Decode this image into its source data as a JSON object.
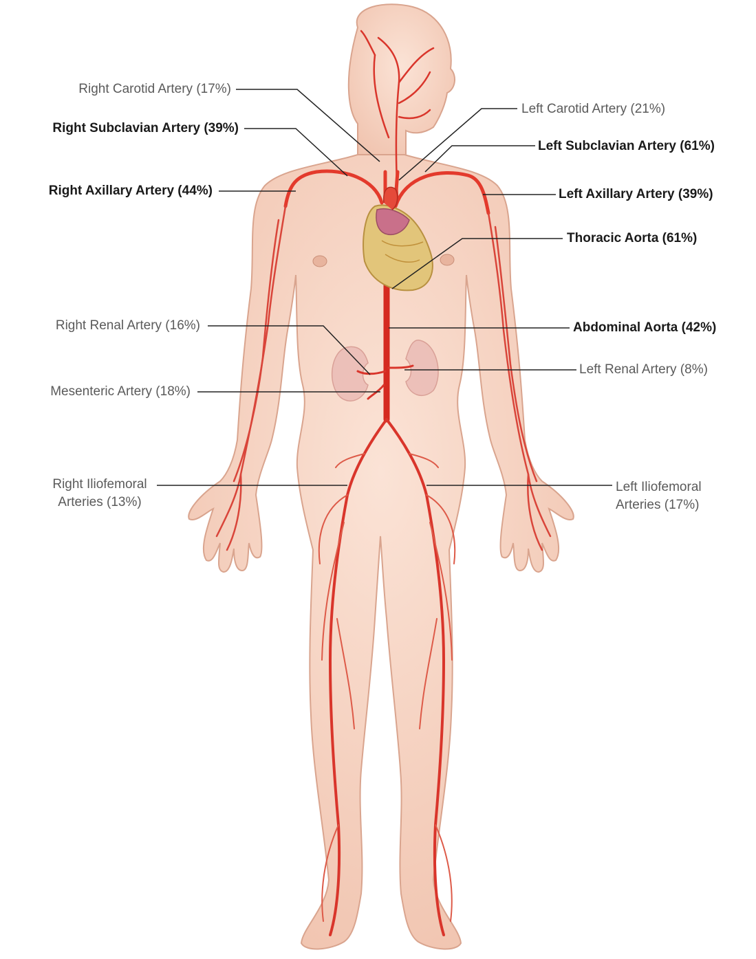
{
  "labels": {
    "right_carotid": "Right Carotid Artery (17%)",
    "right_subclavian": "Right Subclavian Artery (39%)",
    "right_axillary": "Right Axillary Artery (44%)",
    "right_renal": "Right Renal Artery (16%)",
    "mesenteric": "Mesenteric Artery (18%)",
    "right_iliofemoral_1": "Right Iliofemoral",
    "right_iliofemoral_2": "Arteries (13%)",
    "left_carotid": "Left Carotid Artery (21%)",
    "left_subclavian": "Left Subclavian Artery (61%)",
    "left_axillary": "Left Axillary Artery (39%)",
    "thoracic_aorta": "Thoracic Aorta (61%)",
    "abdominal_aorta": "Abdominal Aorta (42%)",
    "left_renal": "Left Renal Artery (8%)",
    "left_iliofemoral_1": "Left Iliofemoral",
    "left_iliofemoral_2": "Arteries (17%)"
  },
  "colors": {
    "skin": "#f6d2c0",
    "skin_shadow": "#e8b49e",
    "artery": "#d9352b",
    "artery_light": "#e0735f",
    "leader_line": "#222222",
    "heart": "#d9b86a",
    "kidney": "#e9b8b3"
  },
  "icons": {
    "body": "human-body-figure",
    "heart": "heart-icon",
    "kidney": "kidney-icon"
  }
}
